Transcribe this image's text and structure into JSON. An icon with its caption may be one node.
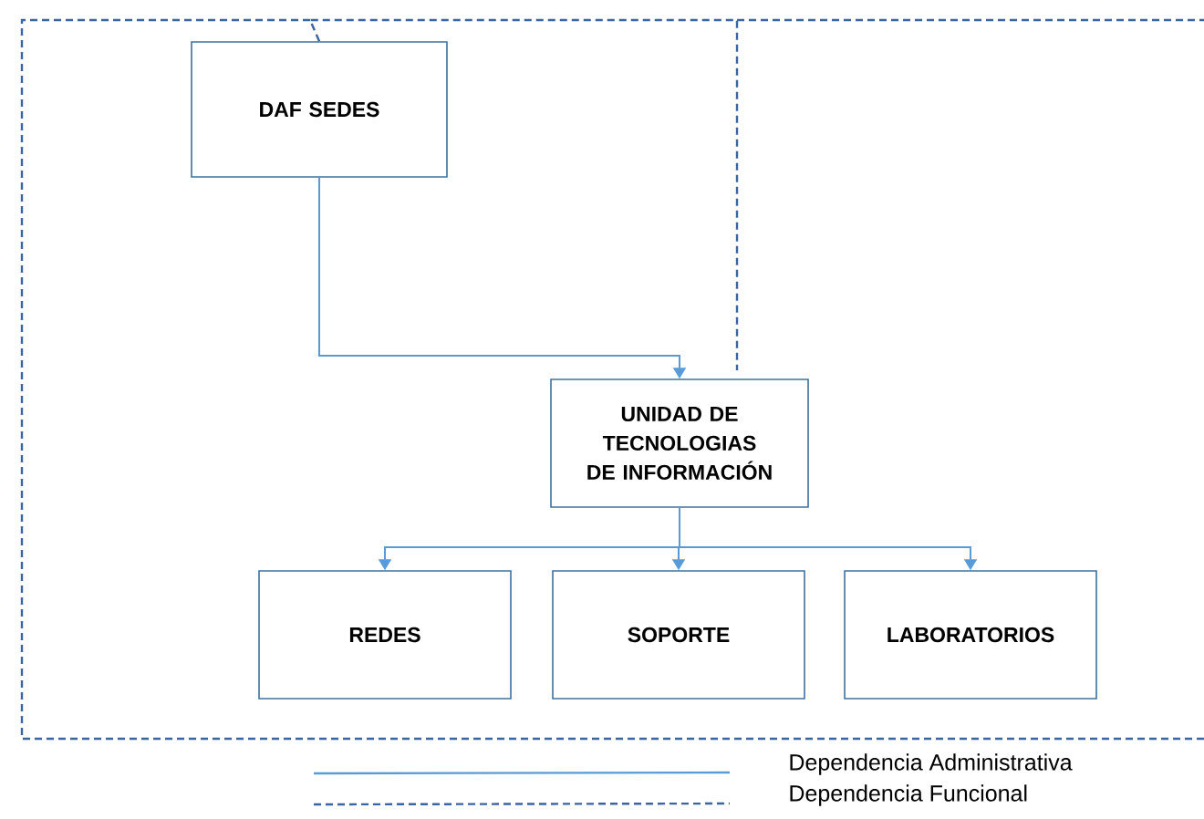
{
  "diagram": {
    "nodes": [
      {
        "text": [
          "DAF SEDES"
        ]
      },
      {
        "text": [
          "UNIDAD DE TECNOLOGIAS DE INFORMACIÓN"
        ]
      },
      {
        "text": [
          "REDES"
        ]
      },
      {
        "text": [
          "SOPORTE"
        ]
      },
      {
        "text": [
          "LABORATORIOS"
        ]
      }
    ],
    "edges": [
      {
        "from": 0,
        "to": 1,
        "arrow": "to"
      },
      {
        "from": 1,
        "to": 2,
        "arrow": "to"
      },
      {
        "from": 1,
        "to": 3,
        "arrow": "to"
      },
      {
        "from": 1,
        "to": 4,
        "arrow": "to"
      },
      {
        "from": 0,
        "to": 1,
        "arrow": "none",
        "style": "dashed",
        "color": "#3b64a0"
      }
    ],
    "legend": [
      {
        "text": "Dependencia Administrativa"
      },
      {
        "text": "Dependencia Funcional"
      }
    ]
  }
}
